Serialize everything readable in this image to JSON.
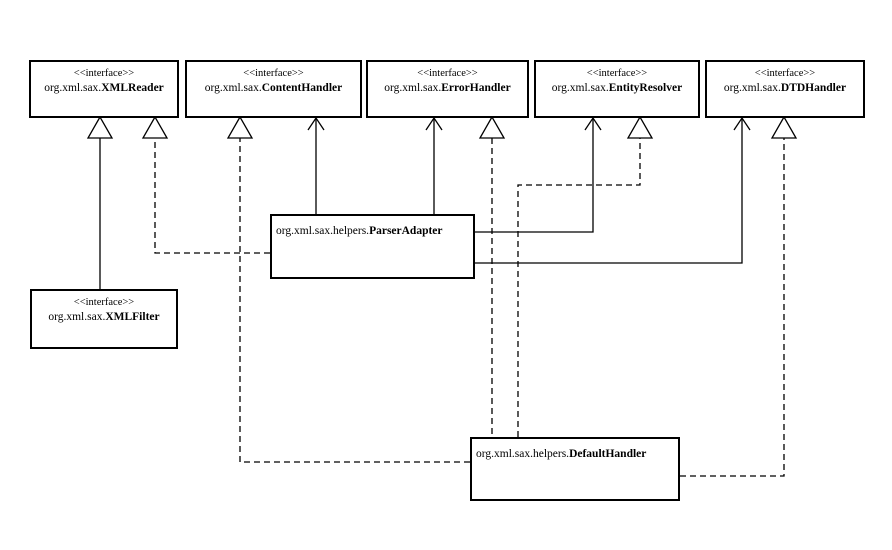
{
  "colors": {
    "line": "#000000",
    "background": "#ffffff"
  },
  "diagram": {
    "interfaces": {
      "xml_reader": {
        "stereotype": "<<interface>>",
        "prefix": "org.xml.sax.",
        "name": "XMLReader"
      },
      "content_handler": {
        "stereotype": "<<interface>>",
        "prefix": "org.xml.sax.",
        "name": "ContentHandler"
      },
      "error_handler": {
        "stereotype": "<<interface>>",
        "prefix": "org.xml.sax.",
        "name": "ErrorHandler"
      },
      "entity_resolver": {
        "stereotype": "<<interface>>",
        "prefix": "org.xml.sax.",
        "name": "EntityResolver"
      },
      "dtd_handler": {
        "stereotype": "<<interface>>",
        "prefix": "org.xml.sax.",
        "name": "DTDHandler"
      },
      "xml_filter": {
        "stereotype": "<<interface>>",
        "prefix": "org.xml.sax.",
        "name": "XMLFilter"
      }
    },
    "classes": {
      "parser_adapter": {
        "prefix": "org.xml.sax.helpers.",
        "name": "ParserAdapter"
      },
      "default_handler": {
        "prefix": "org.xml.sax.helpers.",
        "name": "DefaultHandler"
      }
    },
    "relations": [
      {
        "from": "xml_filter",
        "to": "xml_reader",
        "kind": "extends"
      },
      {
        "from": "parser_adapter",
        "to": "xml_reader",
        "kind": "implements"
      },
      {
        "from": "parser_adapter",
        "to": "content_handler",
        "kind": "uses"
      },
      {
        "from": "parser_adapter",
        "to": "error_handler",
        "kind": "uses"
      },
      {
        "from": "parser_adapter",
        "to": "entity_resolver",
        "kind": "uses"
      },
      {
        "from": "parser_adapter",
        "to": "dtd_handler",
        "kind": "uses"
      },
      {
        "from": "default_handler",
        "to": "content_handler",
        "kind": "implements"
      },
      {
        "from": "default_handler",
        "to": "error_handler",
        "kind": "implements"
      },
      {
        "from": "default_handler",
        "to": "entity_resolver",
        "kind": "implements"
      },
      {
        "from": "default_handler",
        "to": "dtd_handler",
        "kind": "implements"
      }
    ]
  }
}
